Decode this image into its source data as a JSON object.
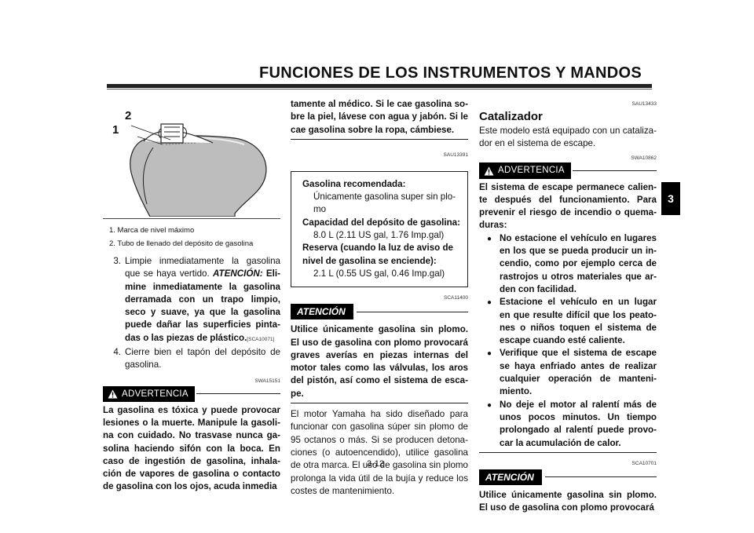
{
  "header": {
    "title": "FUNCIONES DE LOS INSTRUMENTOS Y MANDOS"
  },
  "chapter_tab": "3",
  "page_number": "3-12",
  "col1": {
    "figure_labels": [
      "2",
      "1"
    ],
    "captions": [
      "1.  Marca de nivel máximo",
      "2.  Tubo de llenado del depósito de gasolina"
    ],
    "step3_num": "3.",
    "step3_text": "Limpie inmediatamente la gasolina que se haya vertido.",
    "step3_atencion": "ATENCIÓN:",
    "step3_bold": "Eli­mine inmediatamente la gasolina derramada con un trapo limpio, seco y suave, ya que la gasolina puede dañar las superficies pinta­das o las piezas de plástico.",
    "step3_code": "[SCA10071]",
    "step4_num": "4.",
    "step4_text": "Cierre bien el tapón del depósito de gasolina.",
    "warning_code": "SWA15151",
    "warning_label": "ADVERTENCIA",
    "warning_text": "La gasolina es tóxica y puede provocar lesiones o la muerte. Manipule la gasoli­na con cuidado. No trasvase nunca ga­solina haciendo sifón con la boca. En caso de ingestión de gasolina, inhala­ción de vapores de gasolina o contacto de gasolina con los ojos, acuda inmedia­"
  },
  "col2": {
    "continued_text": "tamente al médico. Si le cae gasolina so­bre la piel, lávese con agua y jabón. Si le cae gasolina sobre la ropa, cámbiese.",
    "spec_code": "SAU13391",
    "spec": {
      "fuel_label": "Gasolina recomendada:",
      "fuel_value": "Únicamente gasolina super sin plo­mo",
      "capacity_label": "Capacidad del depósito de gasolina:",
      "capacity_value": "8.0 L (2.11 US gal, 1.76 Imp.gal)",
      "reserve_label": "Reserva (cuando la luz de aviso de nivel de gasolina se enciende):",
      "reserve_value": "2.1 L (0.55 US gal, 0.46 Imp.gal)"
    },
    "caution_code": "SCA11400",
    "caution_label": "ATENCIÓN",
    "caution_text": "Utilice únicamente gasolina sin plomo. El uso de gasolina con plomo provocará graves averías en piezas internas del motor tales como las válvulas, los aros del pistón, así como el sistema de esca­pe.",
    "body_text": "El motor Yamaha ha sido diseñado para funcionar con gasolina súper sin plomo de 95 octanos o más. Si se producen detona­ciones (o autoencendido), utilice gasolina de otra marca. El uso de gasolina sin plomo prolonga la vida útil de la bujía y reduce los costes de mantenimiento."
  },
  "col3": {
    "section_code": "SAU13433",
    "section_title": "Catalizador",
    "intro": "Este modelo está equipado con un cataliza­dor en el sistema de escape.",
    "warning_code": "SWA10862",
    "warning_label": "ADVERTENCIA",
    "warning_text": "El sistema de escape permanece calien­te después del funcionamiento. Para prevenir el riesgo de incendio o quema­duras:",
    "bullets": [
      "No estacione el vehículo en lugares en los que se pueda producir un in­cendio, como por ejemplo cerca de rastrojos u otros materiales que ar­den con facilidad.",
      "Estacione el vehículo en un lugar en que resulte difícil que los peato­nes o niños toquen el sistema de escape cuando esté caliente.",
      "Verifique que el sistema de escape se haya enfriado antes de realizar cualquier operación de manteni­miento.",
      "No deje el motor al ralentí más de unos pocos minutos. Un tiempo prolongado al ralentí puede provo­car la acumulación de calor."
    ],
    "caution_code": "SCA10701",
    "caution_label": "ATENCIÓN",
    "caution_text": "Utilice únicamente gasolina sin plomo. El uso de gasolina con plomo provocará"
  }
}
